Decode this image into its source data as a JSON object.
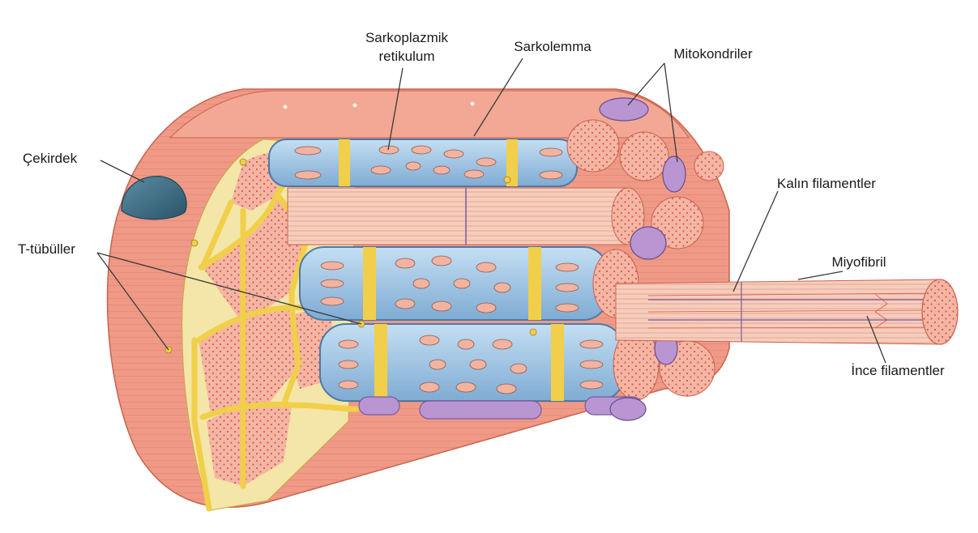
{
  "labels": {
    "sarkoplazmik_line1": "Sarkoplazmik",
    "sarkoplazmik_line2": "retikulum",
    "sarkolemma": "Sarkolemma",
    "mitokondriler": "Mitokondriler",
    "cekirdek": "Çekirdek",
    "kalin_filamentler": "Kalın filamentler",
    "t_tubuller": "T-tübüller",
    "miyofibril": "Miyofibril",
    "ince_filamentler": "İnce filamentler"
  },
  "colors": {
    "muscle_outer": "#ef9a86",
    "muscle_dark": "#d9705c",
    "muscle_light": "#f6c3b2",
    "sarcoplasmic_reticulum": "#9fc6e6",
    "sr_dark": "#5b88b3",
    "t_tubule": "#f4d86a",
    "mitochondria": "#b08ac8",
    "nucleus": "#3d6b80",
    "myofibril": "#f4c7b5"
  }
}
